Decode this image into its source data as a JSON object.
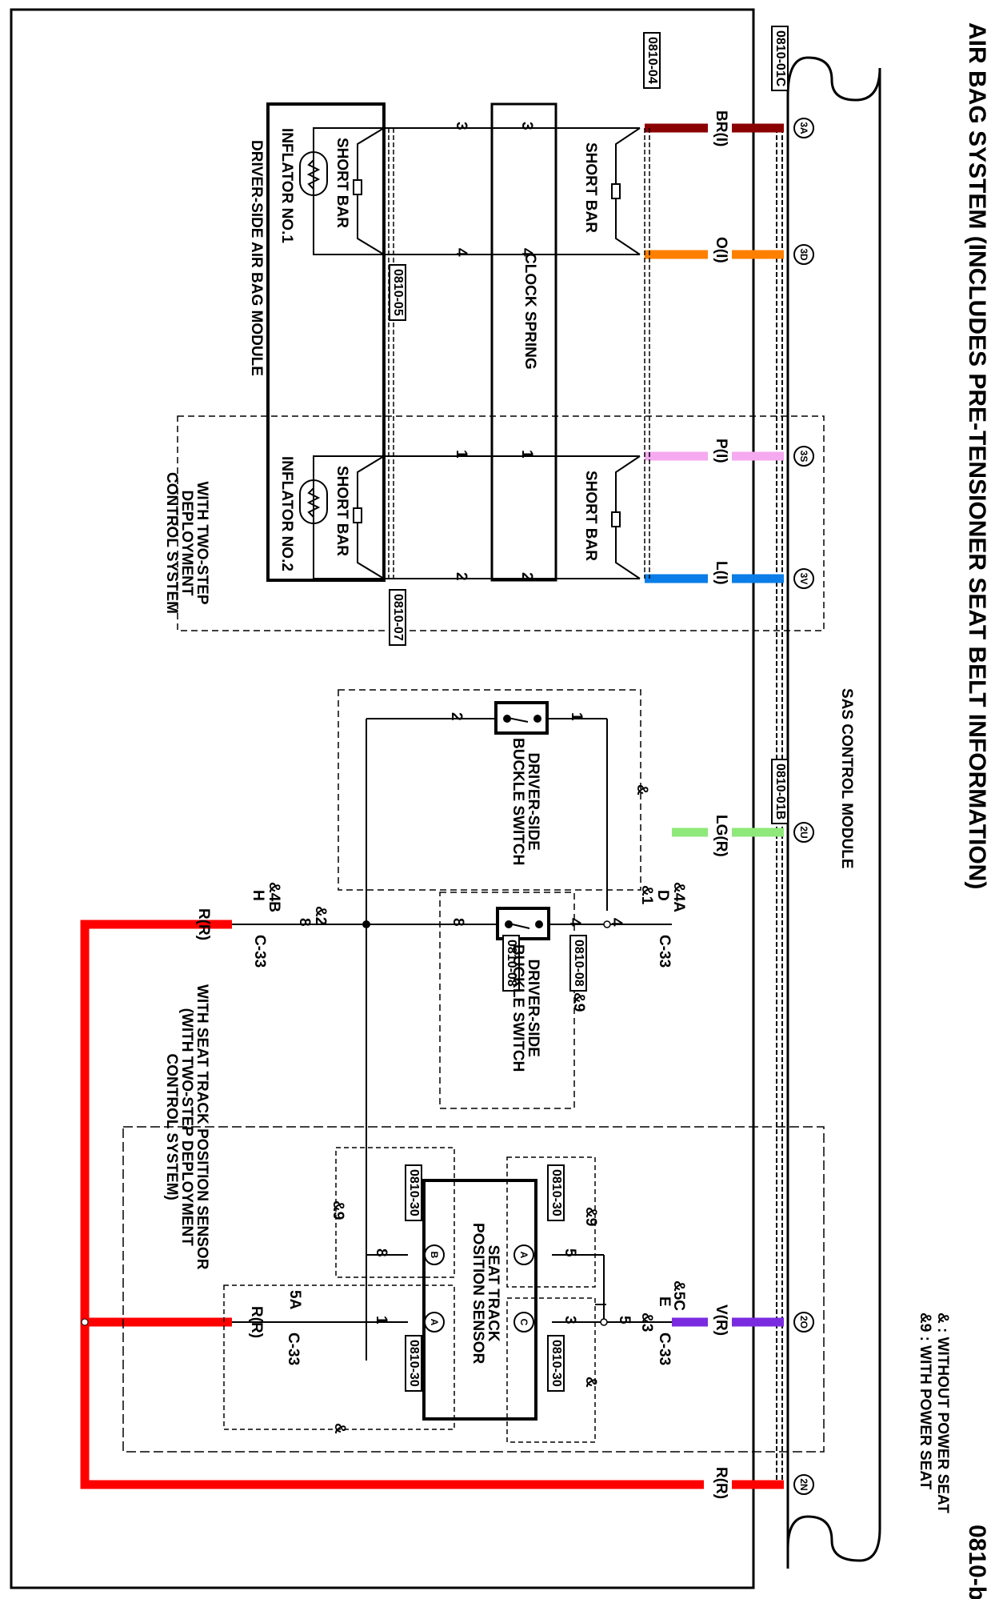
{
  "title": "AIR BAG SYSTEM (INCLUDES PRE-TENSIONER SEAT BELT INFORMATION)",
  "page_code": "0810-b",
  "legend": [
    {
      "symbol": "&",
      "text": "& : WITHOUT POWER SEAT"
    },
    {
      "symbol": "&9",
      "text": "&9 : WITH POWER SEAT"
    }
  ],
  "modules": {
    "sas": "SAS CONTROL MODULE",
    "clock_spring": "CLOCK SPRING",
    "airbag": "DRIVER-SIDE AIR BAG MODULE",
    "inflator1": "INFLATOR NO.1",
    "inflator2": "INFLATOR NO.2",
    "short_bar": "SHORT BAR",
    "buckle_switch": "DRIVER-SIDE\nBUCKLE SWITCH",
    "seat_track": "SEAT TRACK\nPOSITION SENSOR"
  },
  "notes": {
    "two_step": "WITH TWO-STEP\nDEPLOYMENT\nCONTROL SYSTEM",
    "seat_track": "WITH SEAT TRACK POSITION SENSOR\n(WITH TWO-STEP DEPLOYMENT\nCONTROL SYSTEM)"
  },
  "refs": {
    "r01c": "0810-01C",
    "r01b": "0810-01B",
    "r04": "0810-04",
    "r05": "0810-05",
    "r07": "0810-07",
    "r08": "0810-08",
    "r30": "0810-30"
  },
  "pins": [
    {
      "id": "3A",
      "wire": "BR(I)",
      "color": "#8b0000",
      "clock_pin": "3"
    },
    {
      "id": "3D",
      "wire": "O(I)",
      "color": "#ff8000",
      "clock_pin": "4"
    },
    {
      "id": "3S",
      "wire": "P(I)",
      "color": "#f5a9f0",
      "clock_pin": "1"
    },
    {
      "id": "3V",
      "wire": "L(I)",
      "color": "#0a7de8",
      "clock_pin": "2"
    },
    {
      "id": "2U",
      "wire": "LG(R)",
      "color": "#8ee87a"
    },
    {
      "id": "2O",
      "wire": "V(R)",
      "color": "#7a2be0"
    },
    {
      "id": "2N",
      "wire": "R(R)",
      "color": "#ff0000"
    }
  ],
  "connectors": {
    "c33": "C-33",
    "lg_top": "&4A",
    "lg_letter": "D",
    "lg_sub": "&1",
    "lg_pin": "4",
    "rr_top": "&4B",
    "rr_letter": "H",
    "rr_sub": "&2",
    "rr_pin": "8",
    "v_top": "&5C",
    "v_letter": "E",
    "v_sub": "&3",
    "v_pin": "5",
    "s5a": "5A",
    "rr_wire": "R(R)"
  },
  "buckle": {
    "without_pins": [
      "1",
      "2"
    ],
    "with_pins": [
      "4",
      "8"
    ],
    "amp": "&",
    "amp9": "&9"
  },
  "seat_sensor": {
    "pins": [
      {
        "circle": "A",
        "num": "5"
      },
      {
        "circle": "C",
        "num": "3"
      },
      {
        "circle": "B",
        "num": "8"
      },
      {
        "circle": "A",
        "num": "1"
      }
    ],
    "amp": "&",
    "amp9": "&9"
  }
}
